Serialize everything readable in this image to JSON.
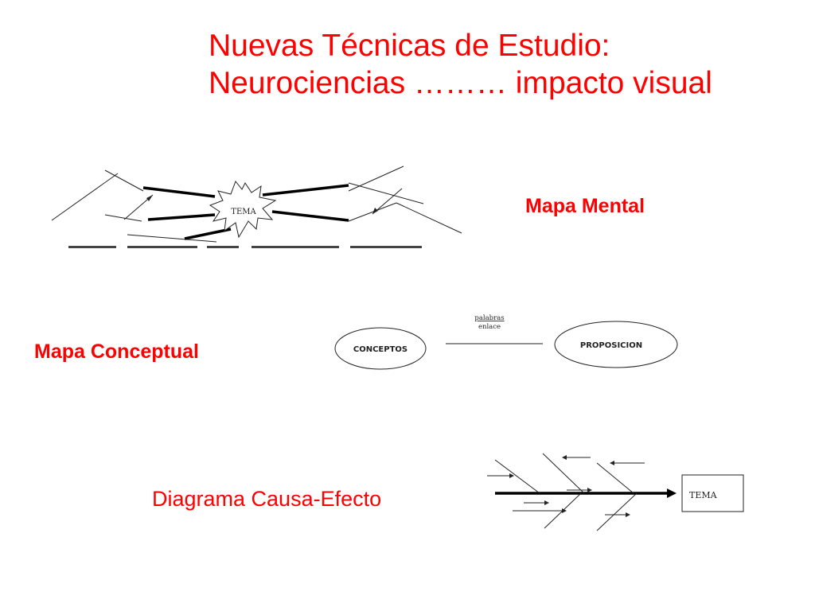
{
  "slide": {
    "title_line1": "Nuevas Técnicas de Estudio:",
    "title_line2": "Neurociencias ……… impacto visual",
    "title_color": "#ff0000"
  },
  "mind_map": {
    "label": "Mapa Mental",
    "center_text": "TEMA"
  },
  "concept_map": {
    "label": "Mapa Conceptual",
    "left_node": "CONCEPTOS",
    "right_node": "PROPOSICION",
    "link_text_line1": "palabras",
    "link_text_line2": "enlace"
  },
  "cause_effect": {
    "label": "Diagrama Causa-Efecto",
    "head_text": "TEMA"
  }
}
